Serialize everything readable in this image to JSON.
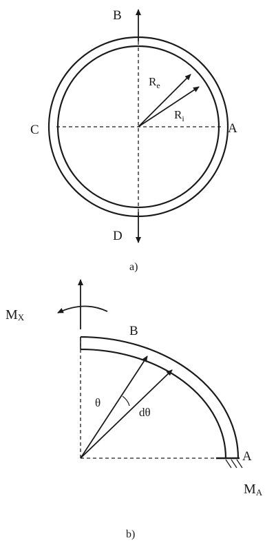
{
  "figure_a": {
    "caption": "a)",
    "labels": {
      "top": "B",
      "left": "C",
      "right": "A",
      "bottom": "D",
      "outer_radius": "R",
      "outer_radius_sub": "e",
      "inner_radius": "R",
      "inner_radius_sub": "i"
    }
  },
  "figure_b": {
    "caption": "b)",
    "labels": {
      "moment_x": "M",
      "moment_x_sub": "X",
      "top_point": "B",
      "angle": "θ",
      "angle_increment": "dθ",
      "end_point": "A",
      "moment_a": "M",
      "moment_a_sub": "A"
    }
  },
  "colors": {
    "ink": "#1a1a1a",
    "background": "#ffffff"
  }
}
